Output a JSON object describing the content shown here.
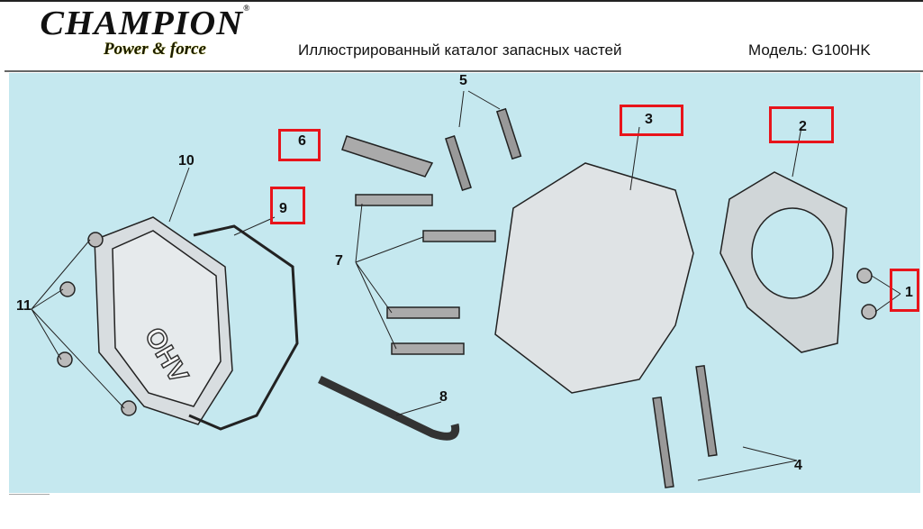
{
  "header": {
    "brand": "CHAMPION",
    "registered": "®",
    "slogan": "Power & force",
    "title": "Иллюстрированный каталог запасных частей",
    "model": "Модель: G100HK"
  },
  "diagram": {
    "cover_marking": "OHV",
    "callouts": [
      {
        "number": "1",
        "highlighted": true
      },
      {
        "number": "2",
        "highlighted": true
      },
      {
        "number": "3",
        "highlighted": true
      },
      {
        "number": "4",
        "highlighted": false
      },
      {
        "number": "5",
        "highlighted": false
      },
      {
        "number": "6",
        "highlighted": true
      },
      {
        "number": "7",
        "highlighted": false
      },
      {
        "number": "8",
        "highlighted": false
      },
      {
        "number": "9",
        "highlighted": true
      },
      {
        "number": "10",
        "highlighted": false
      },
      {
        "number": "11",
        "highlighted": false
      }
    ],
    "highlight_color": "#e8141b"
  }
}
